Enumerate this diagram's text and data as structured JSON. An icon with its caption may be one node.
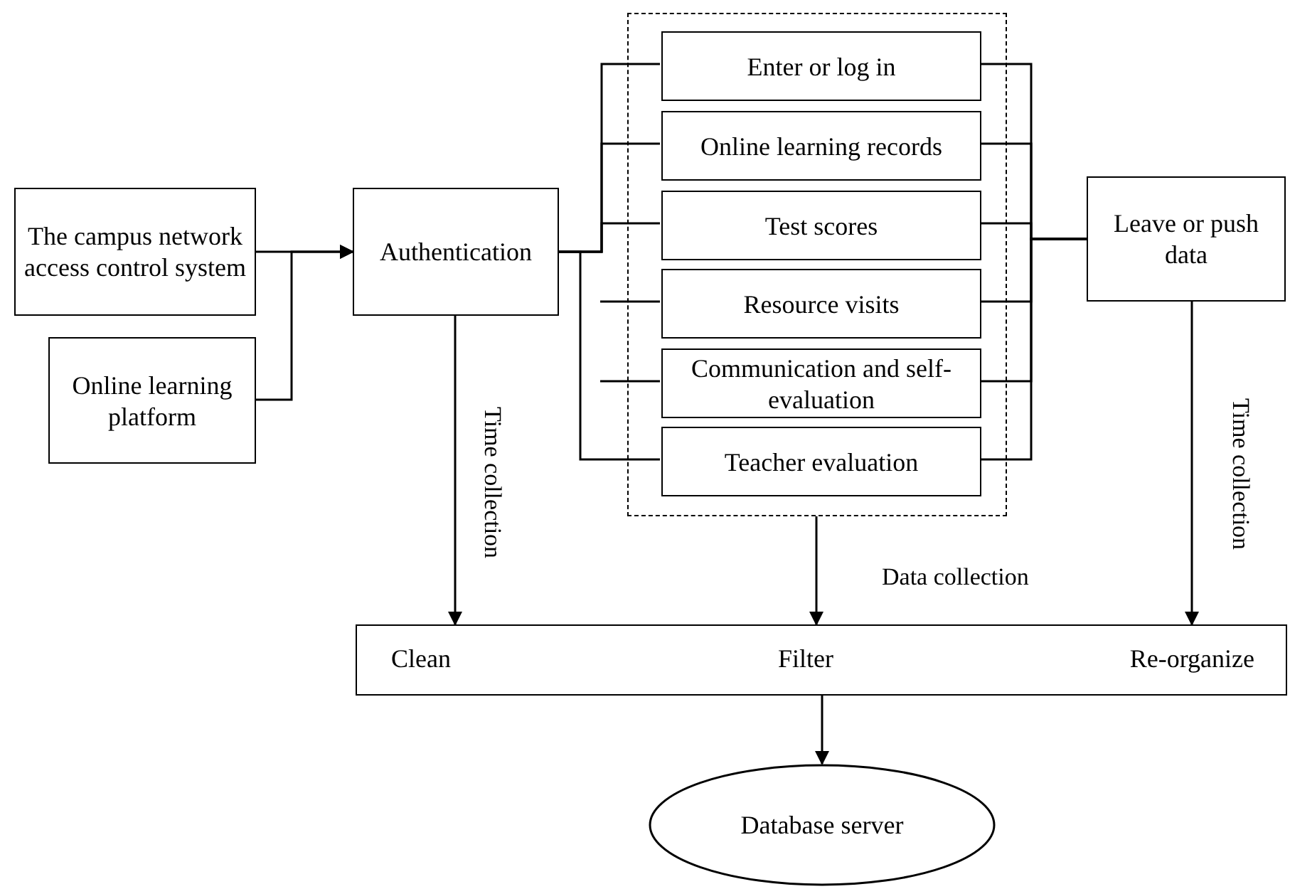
{
  "diagram": {
    "nodes": [
      {
        "text": [
          "The campus network access control system"
        ]
      },
      {
        "text": [
          "Online learning platform"
        ]
      },
      {
        "text": [
          "Authentication"
        ]
      },
      {
        "text": [],
        "shape": "box"
      },
      {
        "text": [
          "Enter or log in"
        ],
        "in": 3
      },
      {
        "text": [
          "Online learning records"
        ],
        "in": 3
      },
      {
        "text": [
          "Test scores"
        ],
        "in": 3
      },
      {
        "text": [
          "Resource visits"
        ],
        "in": 3
      },
      {
        "text": [
          "Communication and self-evaluation"
        ],
        "in": 3
      },
      {
        "text": [
          "Teacher evaluation"
        ],
        "in": 3
      },
      {
        "text": [
          "Leave or push data"
        ]
      },
      {
        "text": [
          "Clean",
          "Filter",
          "Re-organize"
        ]
      },
      {
        "text": [
          "Database server"
        ]
      }
    ],
    "edges": [
      {
        "from": 0,
        "to": 2,
        "arrow": "to"
      },
      {
        "from": 1,
        "to": 2,
        "arrow": "to"
      },
      {
        "from": 2,
        "to": 4,
        "arrow": "none"
      },
      {
        "from": 2,
        "to": 5,
        "arrow": "none"
      },
      {
        "from": 2,
        "to": 6,
        "arrow": "none"
      },
      {
        "from": 2,
        "to": 9,
        "arrow": "none"
      },
      {
        "from": null,
        "to": 7,
        "arrow": "none"
      },
      {
        "from": null,
        "to": 8,
        "arrow": "none"
      },
      {
        "from": 4,
        "to": 10,
        "arrow": "none"
      },
      {
        "from": 5,
        "to": 10,
        "arrow": "none"
      },
      {
        "from": 6,
        "to": 10,
        "arrow": "none"
      },
      {
        "from": 7,
        "to": 10,
        "arrow": "none"
      },
      {
        "from": 8,
        "to": 10,
        "arrow": "none"
      },
      {
        "from": 9,
        "to": 10,
        "arrow": "none"
      },
      {
        "from": 2,
        "to": 11,
        "arrow": "to",
        "label": "Time collection"
      },
      {
        "from": 3,
        "to": 11,
        "arrow": "to",
        "label": "Data collection"
      },
      {
        "from": 10,
        "to": 11,
        "arrow": "to",
        "label": "Time collection"
      },
      {
        "from": 11,
        "to": 12,
        "arrow": "to"
      }
    ]
  }
}
